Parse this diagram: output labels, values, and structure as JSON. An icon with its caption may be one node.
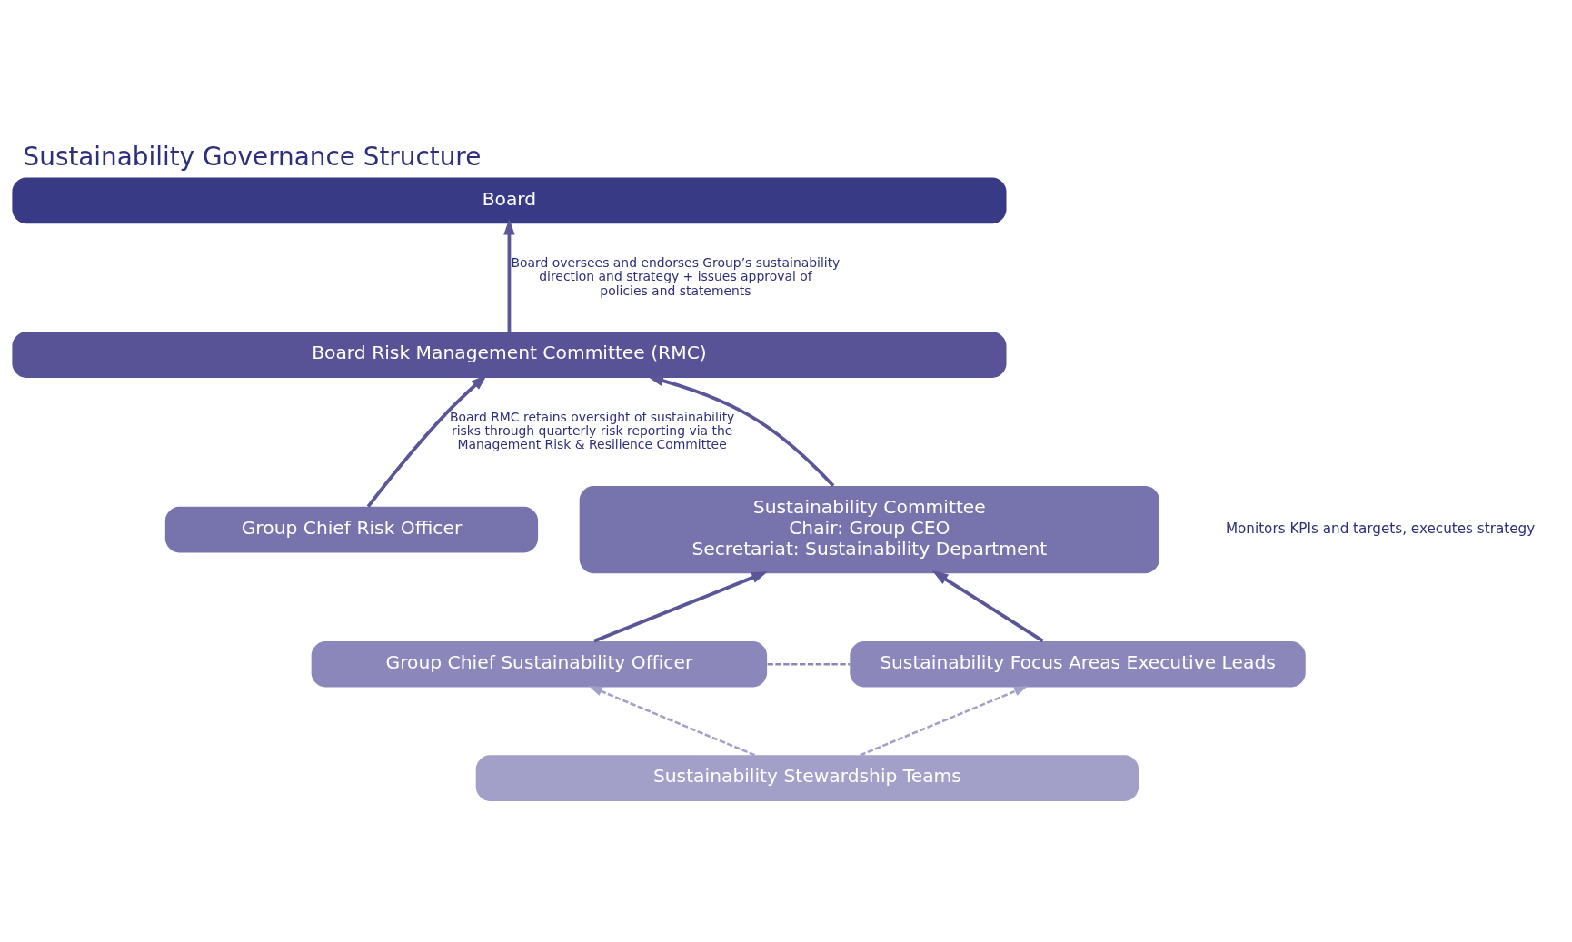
{
  "diagram": {
    "title": "Sustainability Governance Structure",
    "nodes": [
      {
        "text": [
          "Board"
        ]
      },
      {
        "text": [
          "Board Risk Management Committee (RMC)"
        ]
      },
      {
        "text": [
          "Group Chief Risk Officer"
        ]
      },
      {
        "text": [
          "Sustainability Committee",
          "Chair: Group CEO",
          "Secretariat: Sustainability Department"
        ]
      },
      {
        "text": [
          "Group Chief Sustainability Officer"
        ]
      },
      {
        "text": [
          "Sustainability Focus Areas Executive Leads"
        ]
      },
      {
        "text": [
          "Sustainability Stewardship Teams"
        ]
      }
    ],
    "edges": [
      {
        "from": 1,
        "to": 0,
        "arrow": "to",
        "label": "Board oversees and endorses Group’s sustainability direction and strategy + issues approval of policies and statements"
      },
      {
        "from": 2,
        "to": 1,
        "arrow": "to",
        "label": "Board RMC retains oversight of sustainability risks through quarterly risk reporting via the Management Risk & Resilience Committee"
      },
      {
        "from": 3,
        "to": 1,
        "arrow": "to"
      },
      {
        "from": 4,
        "to": 3,
        "arrow": "to"
      },
      {
        "from": 5,
        "to": 3,
        "arrow": "to"
      },
      {
        "from": 4,
        "to": 5,
        "arrow": "none",
        "style": "dashed",
        "color": "#8b87bb"
      },
      {
        "from": 6,
        "to": 4,
        "arrow": "to",
        "style": "dashed",
        "color": "#a29fc8"
      },
      {
        "from": 6,
        "to": 5,
        "arrow": "to",
        "style": "dashed",
        "color": "#a29fc8"
      }
    ],
    "labels": [
      "Monitors KPIs and targets, executes strategy"
    ]
  }
}
